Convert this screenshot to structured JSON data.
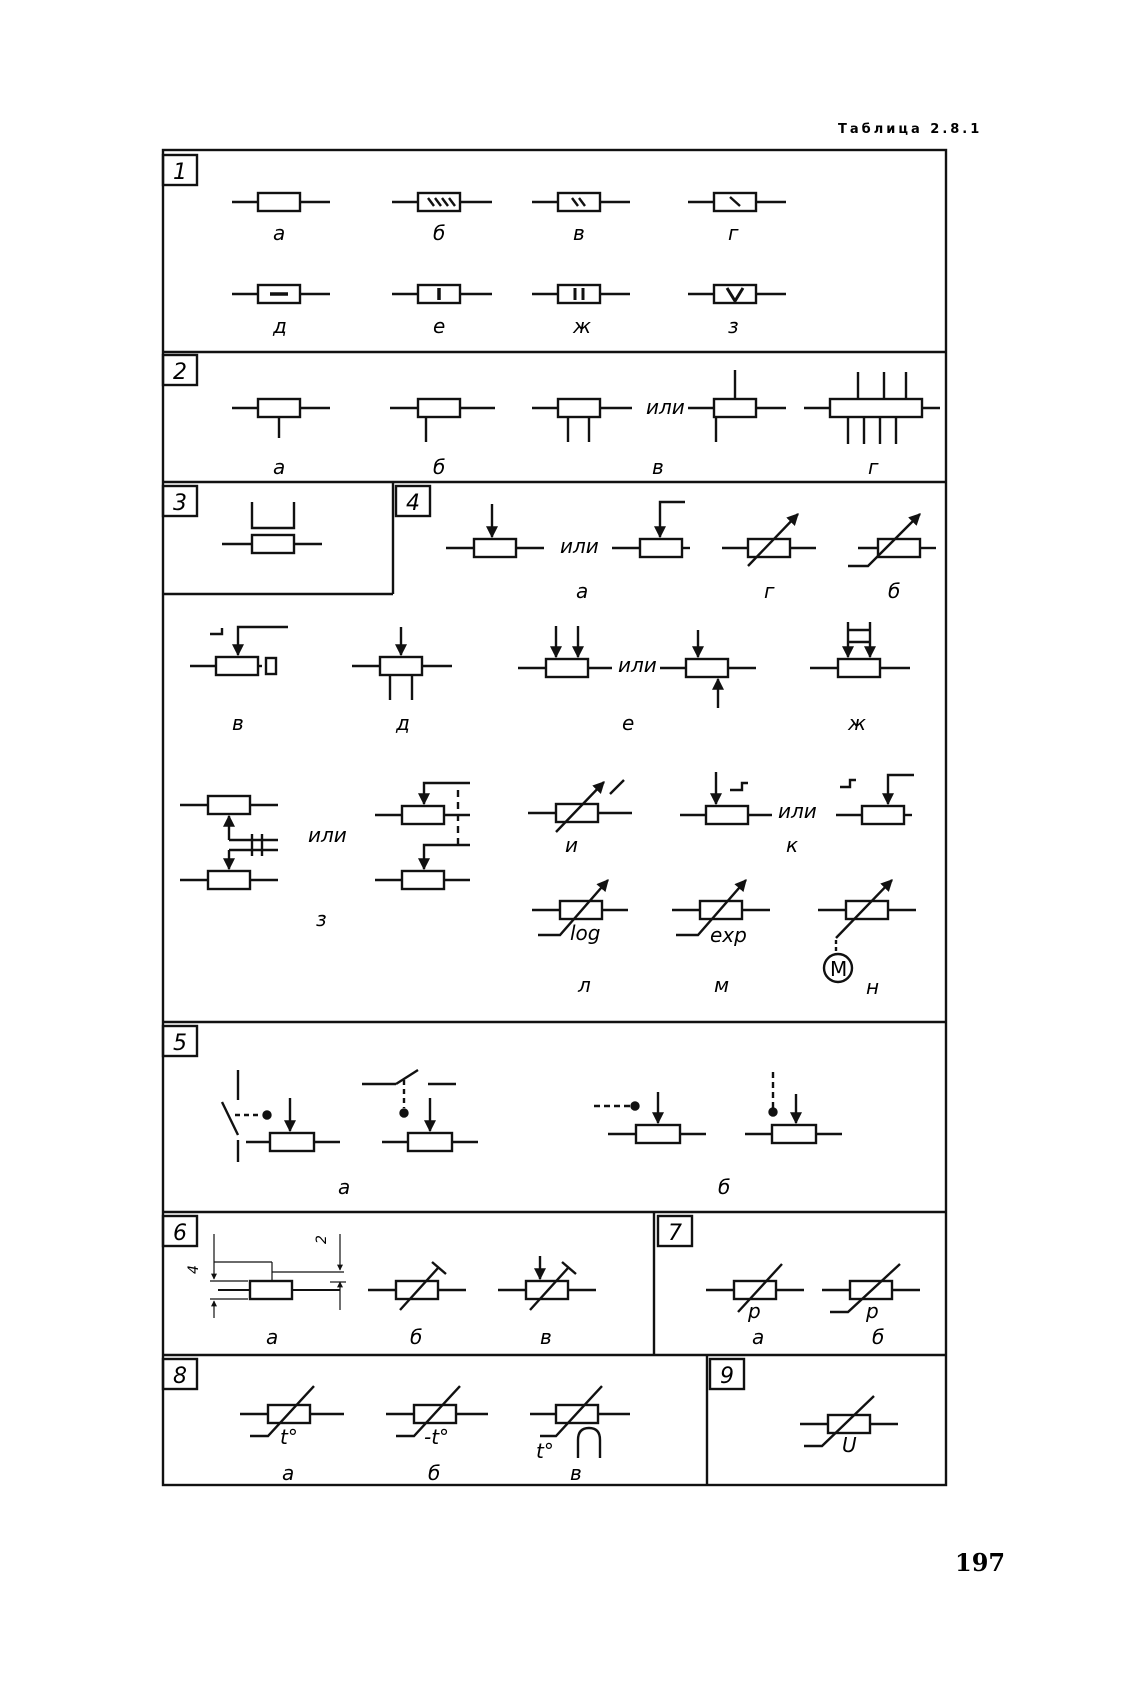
{
  "table_caption": "Таблица 2.8.1",
  "page_number": "197",
  "or_word": "или",
  "sections": {
    "s1": {
      "number": "1",
      "labels": [
        "а",
        "б",
        "в",
        "г",
        "д",
        "е",
        "ж",
        "з"
      ]
    },
    "s2": {
      "number": "2",
      "labels": [
        "а",
        "б",
        "в",
        "г"
      ]
    },
    "s3": {
      "number": "3"
    },
    "s4": {
      "number": "4",
      "labels": {
        "a": "а",
        "g": "г",
        "b": "б",
        "v": "в",
        "d": "д",
        "e": "е",
        "zh": "ж",
        "z": "з",
        "i": "и",
        "k": "к",
        "l": "л",
        "m": "м",
        "n": "н"
      },
      "log": "log",
      "exp": "exp",
      "motor": "M"
    },
    "s5": {
      "number": "5",
      "labels": [
        "а",
        "б"
      ]
    },
    "s6": {
      "number": "6",
      "labels": [
        "а",
        "б",
        "в"
      ],
      "dim_h": "4",
      "dim_w": "2"
    },
    "s7": {
      "number": "7",
      "labels": [
        "а",
        "б"
      ],
      "p": "p"
    },
    "s8": {
      "number": "8",
      "labels": [
        "а",
        "б",
        "в"
      ],
      "t_pos": "t°",
      "t_neg": "-t°"
    },
    "s9": {
      "number": "9",
      "u": "U"
    }
  }
}
